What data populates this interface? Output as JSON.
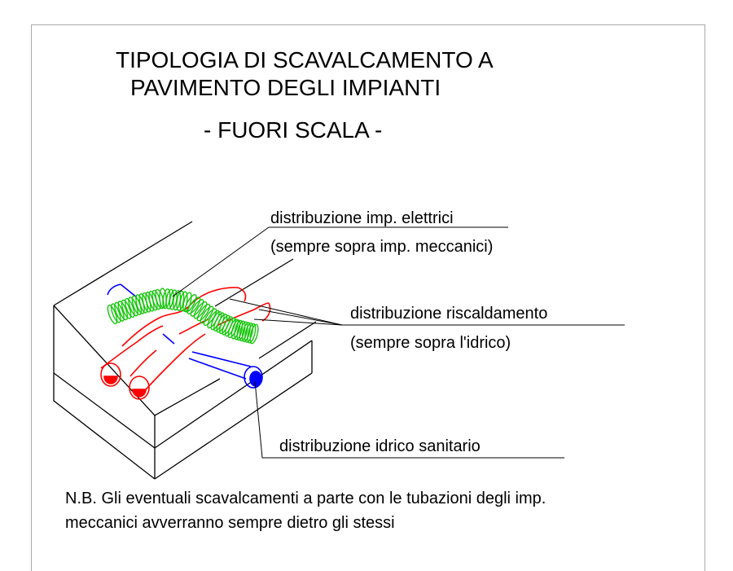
{
  "title": {
    "line1": "TIPOLOGIA DI SCAVALCAMENTO A",
    "line2": "PAVIMENTO  DEGLI IMPIANTI",
    "line3": "- FUORI SCALA -"
  },
  "labels": {
    "electrical": "distribuzione imp. elettrici",
    "electrical_note": "(sempre sopra imp. meccanici)",
    "heating": "distribuzione riscaldamento",
    "heating_note": "(sempre sopra l'idrico)",
    "water": "distribuzione idrico sanitario"
  },
  "note": {
    "line1": "N.B. Gli eventuali scavalcamenti a parte con le tubazioni degli imp.",
    "line2": "meccanici avverranno sempre dietro gli stessi"
  },
  "colors": {
    "electrical": "#16c60c",
    "heating": "#ff0000",
    "water": "#0000ff",
    "slab": "#000000",
    "frame": "#a9a9a9"
  }
}
